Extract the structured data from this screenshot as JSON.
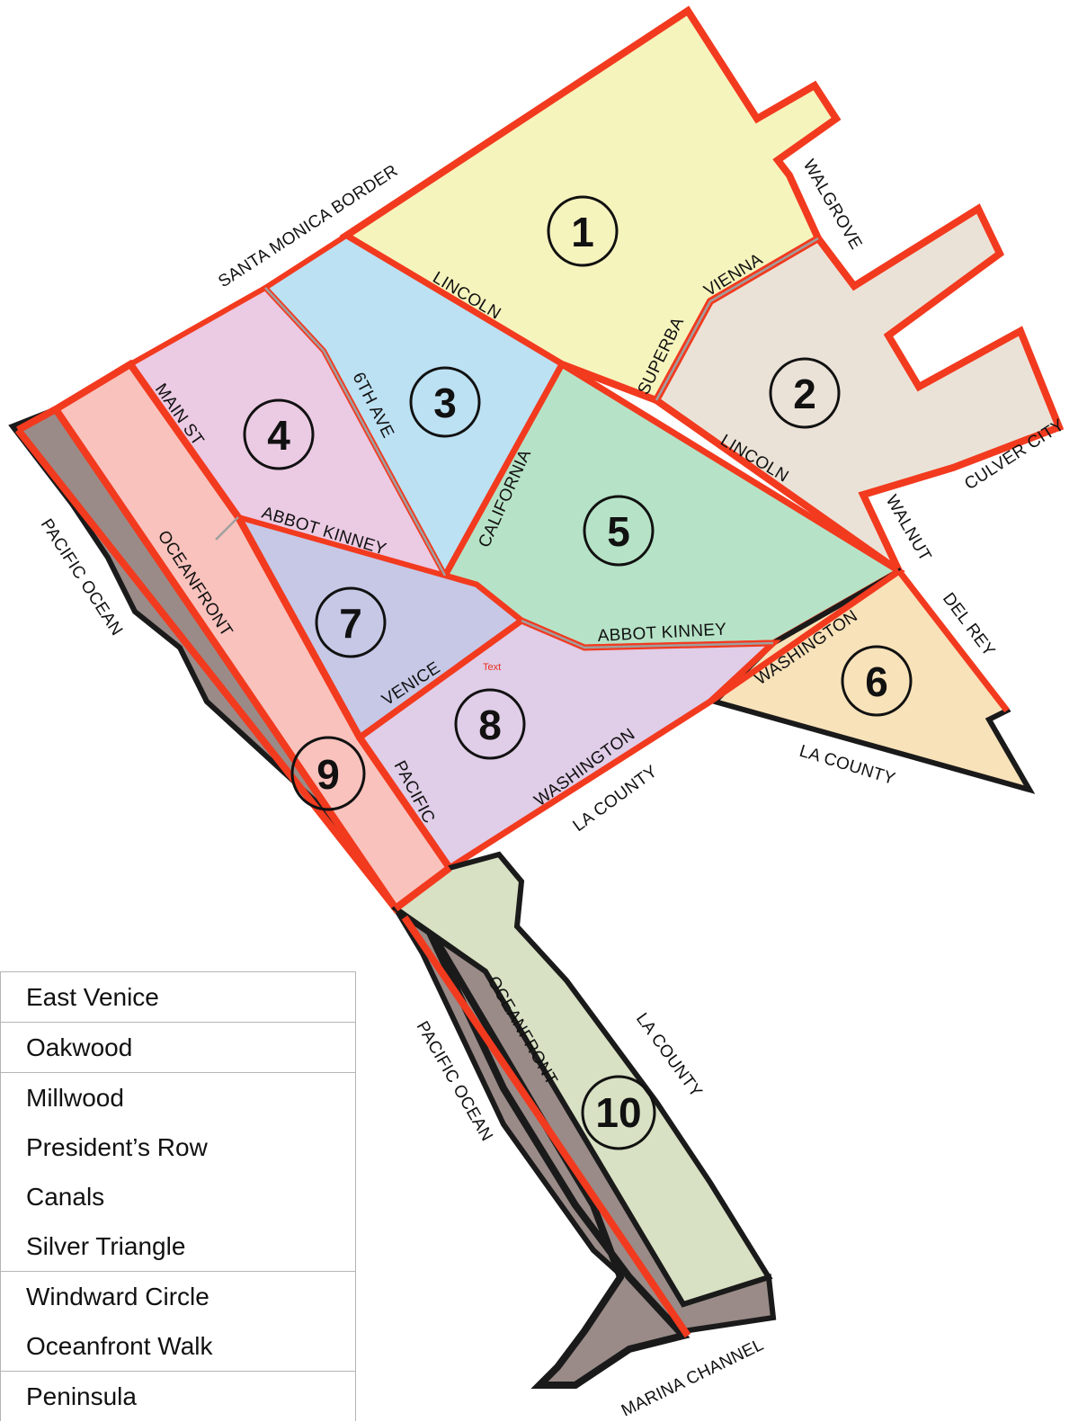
{
  "districts": [
    {
      "number": "1",
      "fill": "#f6f4bd"
    },
    {
      "number": "2",
      "fill": "#ebe2d7"
    },
    {
      "number": "3",
      "fill": "#bce1f3"
    },
    {
      "number": "4",
      "fill": "#ebcae3"
    },
    {
      "number": "5",
      "fill": "#b6e3c7"
    },
    {
      "number": "6",
      "fill": "#f8e2b9"
    },
    {
      "number": "7",
      "fill": "#c6c8e6"
    },
    {
      "number": "8",
      "fill": "#e0cde7"
    },
    {
      "number": "9",
      "fill": "#f9c2bd"
    },
    {
      "number": "10",
      "fill": "#d8e1c3"
    }
  ],
  "streets": {
    "santa_monica_border": "SANTA MONICA BORDER",
    "lincoln": "LINCOLN",
    "vienna": "VIENNA",
    "walgrove": "WALGROVE",
    "superba": "SUPERBA",
    "sixth_ave": "6TH AVE",
    "main_st": "MAIN ST",
    "california": "CALIFORNIA",
    "abbot_kinney": "ABBOT KINNEY",
    "culver_city": "CULVER CITY",
    "walnut": "WALNUT",
    "del_rey": "DEL REY",
    "washington": "WASHINGTON",
    "venice": "VENICE",
    "pacific": "PACIFIC",
    "pacific_ocean": "PACIFIC OCEAN",
    "oceanfront": "OCEANFRONT",
    "la_county": "LA COUNTY",
    "marina_channel": "MARINA CHANNEL",
    "text_tag": "Text"
  },
  "legend": [
    "East Venice",
    "Oakwood",
    "Millwood",
    "President’s Row",
    "Canals",
    "Silver Triangle",
    "Windward Circle",
    "Oceanfront Walk",
    "Peninsula"
  ],
  "colors": {
    "district_border": "#f23a1f",
    "outer_border": "#1a1a1a",
    "beach": "#9a8b88",
    "divider": "#9f9f9f"
  }
}
